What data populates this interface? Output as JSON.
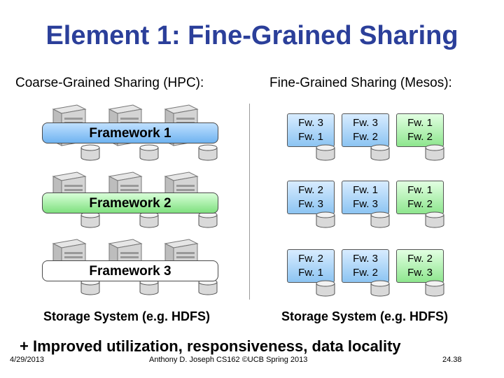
{
  "slide": {
    "title": "Element 1: Fine-Grained Sharing",
    "left_heading": "Coarse-Grained Sharing (HPC):",
    "right_heading": "Fine-Grained Sharing (Mesos):",
    "frameworks": [
      "Framework 1",
      "Framework 2",
      "Framework 3"
    ],
    "grid": [
      [
        {
          "top": "Fw. 3",
          "bottom": "Fw. 1"
        },
        {
          "top": "Fw. 3",
          "bottom": "Fw. 2"
        },
        {
          "top": "Fw. 1",
          "bottom": "Fw. 2"
        }
      ],
      [
        {
          "top": "Fw. 2",
          "bottom": "Fw. 3"
        },
        {
          "top": "Fw. 1",
          "bottom": "Fw. 3"
        },
        {
          "top": "Fw. 1",
          "bottom": "Fw. 2"
        }
      ],
      [
        {
          "top": "Fw. 2",
          "bottom": "Fw. 1"
        },
        {
          "top": "Fw. 3",
          "bottom": "Fw. 2"
        },
        {
          "top": "Fw. 2",
          "bottom": "Fw. 3"
        }
      ]
    ],
    "storage_label": "Storage System (e.g. HDFS)",
    "improvement": "+ Improved utilization, responsiveness, data locality",
    "footer_date": "4/29/2013",
    "footer_author": "Anthony D. Joseph CS162 ©UCB Spring 2013",
    "footer_page": "24.38",
    "colors": {
      "title": "#2b3f9a",
      "framework1": "#6fb3f0",
      "framework2": "#7fe07f",
      "framework3": "#ffffff"
    }
  }
}
